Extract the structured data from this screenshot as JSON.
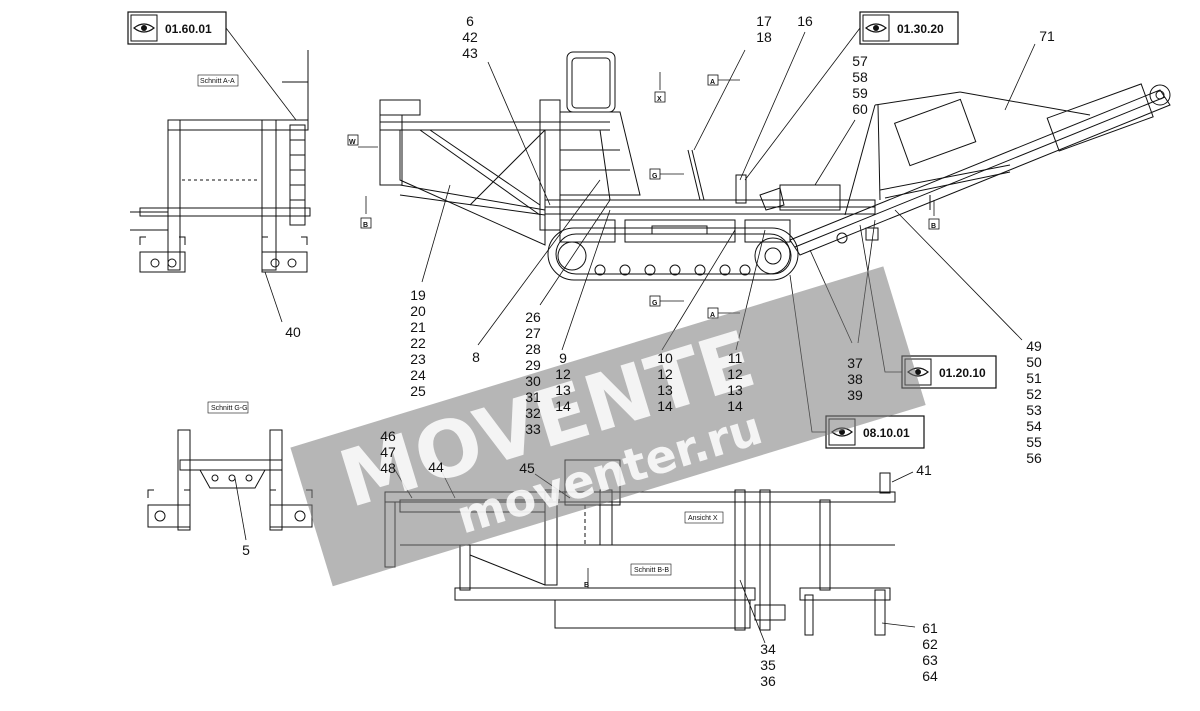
{
  "ref_boxes": [
    {
      "id": "ref-01-60-01",
      "code": "01.60.01"
    },
    {
      "id": "ref-01-30-20",
      "code": "01.30.20"
    },
    {
      "id": "ref-01-20-10",
      "code": "01.20.10"
    },
    {
      "id": "ref-08-10-01",
      "code": "08.10.01"
    }
  ],
  "section_labels": [
    "Schnitt A-A",
    "Schnitt G-G",
    "Schnitt B-B",
    "Ansicht X"
  ],
  "view_markers": [
    "A",
    "X",
    "W",
    "G",
    "B",
    "G",
    "A",
    "B",
    "B"
  ],
  "callouts": [
    {
      "id": "callout-6-42-43",
      "lines": [
        "6",
        "42",
        "43"
      ]
    },
    {
      "id": "callout-17-18",
      "lines": [
        "17",
        "18"
      ]
    },
    {
      "id": "callout-16",
      "lines": [
        "16"
      ]
    },
    {
      "id": "callout-57-60",
      "lines": [
        "57",
        "58",
        "59",
        "60"
      ]
    },
    {
      "id": "callout-71",
      "lines": [
        "71"
      ]
    },
    {
      "id": "callout-19-25",
      "lines": [
        "19",
        "20",
        "21",
        "22",
        "23",
        "24",
        "25"
      ]
    },
    {
      "id": "callout-40",
      "lines": [
        "40"
      ]
    },
    {
      "id": "callout-8",
      "lines": [
        "8"
      ]
    },
    {
      "id": "callout-26-33",
      "lines": [
        "26",
        "27",
        "28",
        "29",
        "30",
        "31",
        "32",
        "33"
      ]
    },
    {
      "id": "callout-9-14",
      "lines": [
        "9",
        "12",
        "13",
        "14"
      ]
    },
    {
      "id": "callout-10-14",
      "lines": [
        "10",
        "12",
        "13",
        "14"
      ]
    },
    {
      "id": "callout-11-14",
      "lines": [
        "11",
        "12",
        "13",
        "14"
      ]
    },
    {
      "id": "callout-37-39",
      "lines": [
        "37",
        "38",
        "39"
      ]
    },
    {
      "id": "callout-49-56",
      "lines": [
        "49",
        "50",
        "51",
        "52",
        "53",
        "54",
        "55",
        "56"
      ]
    },
    {
      "id": "callout-46-48",
      "lines": [
        "46",
        "47",
        "48"
      ]
    },
    {
      "id": "callout-44",
      "lines": [
        "44"
      ]
    },
    {
      "id": "callout-45",
      "lines": [
        "45"
      ]
    },
    {
      "id": "callout-5",
      "lines": [
        "5"
      ]
    },
    {
      "id": "callout-41",
      "lines": [
        "41"
      ]
    },
    {
      "id": "callout-34-36",
      "lines": [
        "34",
        "35",
        "36"
      ]
    },
    {
      "id": "callout-61-64",
      "lines": [
        "61",
        "62",
        "63",
        "64"
      ]
    }
  ],
  "watermark": {
    "brand": "MOVENTE",
    "domain": "moventer.ru"
  },
  "icons": {
    "ref_box_icon": "eye-icon"
  },
  "colors": {
    "line": "#111111",
    "watermark": "#7a7a7a"
  }
}
